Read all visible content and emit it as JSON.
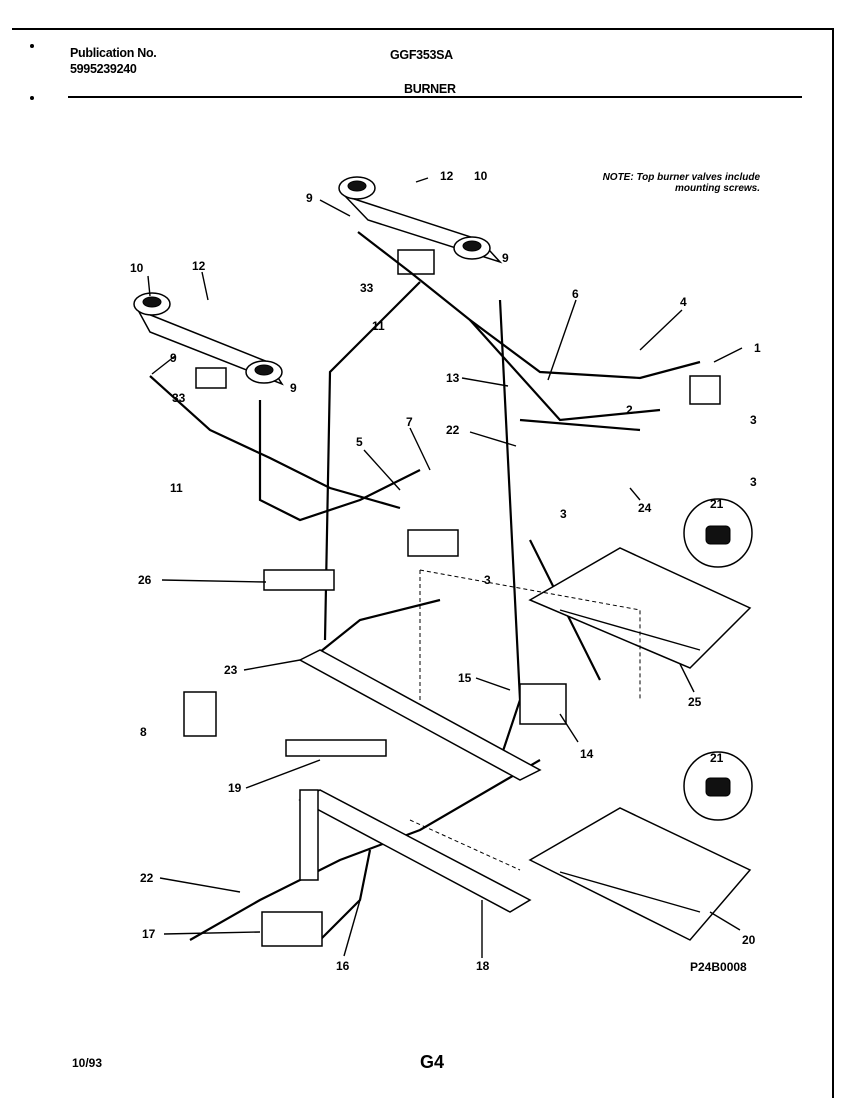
{
  "header": {
    "publication_label": "Publication No.",
    "publication_number": "5995239240",
    "model": "GGF353SA",
    "section": "BURNER"
  },
  "note": "NOTE: Top burner valves include mounting screws.",
  "footer": {
    "date": "10/93",
    "page": "G4",
    "figure_id": "P24B0008"
  },
  "callouts": [
    {
      "id": "c-1",
      "text": "1"
    },
    {
      "id": "c-2",
      "text": "2"
    },
    {
      "id": "c-3a",
      "text": "3"
    },
    {
      "id": "c-3b",
      "text": "3"
    },
    {
      "id": "c-3c",
      "text": "3"
    },
    {
      "id": "c-3d",
      "text": "3"
    },
    {
      "id": "c-4",
      "text": "4"
    },
    {
      "id": "c-5",
      "text": "5"
    },
    {
      "id": "c-6",
      "text": "6"
    },
    {
      "id": "c-7",
      "text": "7"
    },
    {
      "id": "c-8",
      "text": "8"
    },
    {
      "id": "c-9a",
      "text": "9"
    },
    {
      "id": "c-9b",
      "text": "9"
    },
    {
      "id": "c-9c",
      "text": "9"
    },
    {
      "id": "c-9d",
      "text": "9"
    },
    {
      "id": "c-10a",
      "text": "10"
    },
    {
      "id": "c-10b",
      "text": "10"
    },
    {
      "id": "c-11a",
      "text": "11"
    },
    {
      "id": "c-11b",
      "text": "11"
    },
    {
      "id": "c-12a",
      "text": "12"
    },
    {
      "id": "c-12b",
      "text": "12"
    },
    {
      "id": "c-13",
      "text": "13"
    },
    {
      "id": "c-14",
      "text": "14"
    },
    {
      "id": "c-15",
      "text": "15"
    },
    {
      "id": "c-16",
      "text": "16"
    },
    {
      "id": "c-17",
      "text": "17"
    },
    {
      "id": "c-18",
      "text": "18"
    },
    {
      "id": "c-19",
      "text": "19"
    },
    {
      "id": "c-20",
      "text": "20"
    },
    {
      "id": "c-21a",
      "text": "21"
    },
    {
      "id": "c-21b",
      "text": "21"
    },
    {
      "id": "c-22a",
      "text": "22"
    },
    {
      "id": "c-22b",
      "text": "22"
    },
    {
      "id": "c-23",
      "text": "23"
    },
    {
      "id": "c-24",
      "text": "24"
    },
    {
      "id": "c-25",
      "text": "25"
    },
    {
      "id": "c-26",
      "text": "26"
    },
    {
      "id": "c-33a",
      "text": "33"
    },
    {
      "id": "c-33b",
      "text": "33"
    }
  ]
}
